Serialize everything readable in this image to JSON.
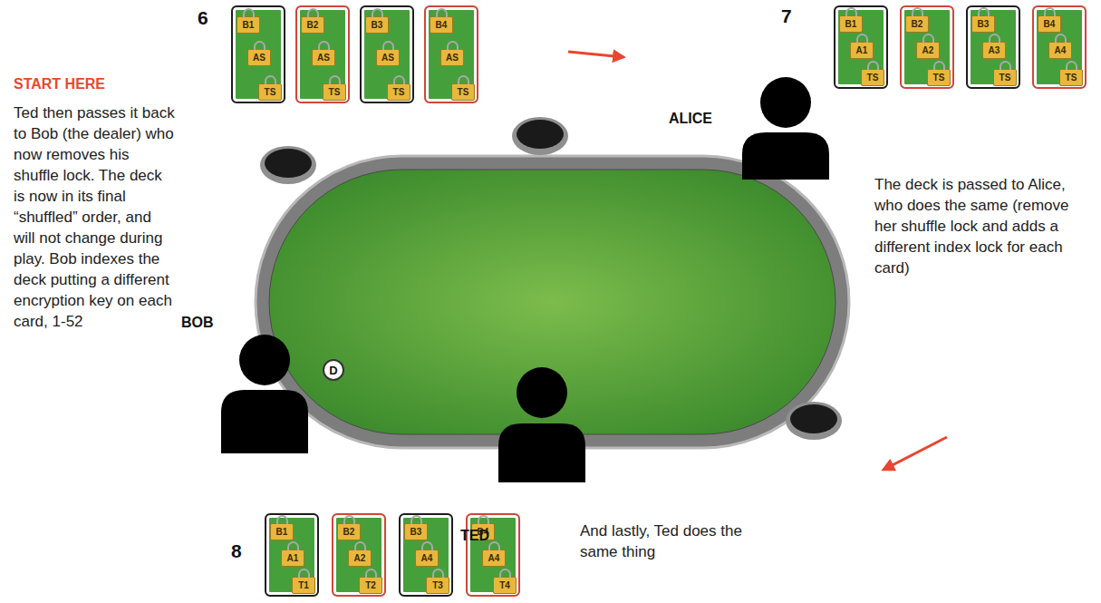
{
  "diagram": {
    "nodes": [
      {
        "text": [
          "B1",
          "AS",
          "TS"
        ]
      },
      {
        "text": [
          "B2",
          "AS",
          "TS"
        ]
      },
      {
        "text": [
          "B3",
          "AS",
          "TS"
        ]
      },
      {
        "text": [
          "B4",
          "AS",
          "TS"
        ]
      },
      {
        "text": [
          "B1",
          "A1",
          "TS"
        ]
      },
      {
        "text": [
          "B2",
          "A2",
          "TS"
        ]
      },
      {
        "text": [
          "B3",
          "A3",
          "TS"
        ]
      },
      {
        "text": [
          "B4",
          "A4",
          "TS"
        ]
      },
      {
        "text": [
          "D"
        ]
      },
      {
        "text": [
          "B1",
          "A1",
          "T1"
        ]
      },
      {
        "text": [
          "B2",
          "A2",
          "T2"
        ]
      },
      {
        "text": [
          "B3",
          "A4",
          "T3"
        ]
      },
      {
        "text": [
          "B4",
          "A4",
          "T4"
        ]
      }
    ],
    "labels": [
      "6",
      "7",
      "START HERE",
      "Ted then passes it back to Bob (the dealer) who now removes his shuffle lock. The deck is now in its final “shuffled” order, and will not change during play. Bob indexes the deck putting a different encryption key on each card, 1-52",
      "ALICE",
      "The deck is passed to Alice, who does the same (remove her shuffle lock and adds a different index lock for each card)",
      "BOB",
      "TED",
      "8",
      "And lastly, Ted does the same thing"
    ]
  }
}
